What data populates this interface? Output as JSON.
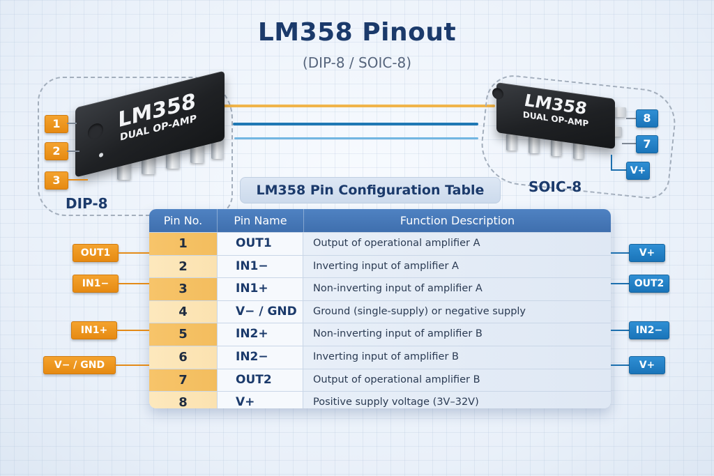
{
  "header": {
    "title": "LM358 Pinout",
    "subtitle": "(DIP-8 / SOIC-8)"
  },
  "dip_package": {
    "label": "DIP-8",
    "chip_name": "LM358",
    "chip_subtitle": "DUAL OP-AMP",
    "pin_tags": [
      "1",
      "2",
      "3"
    ],
    "tag_color": "#ef961f"
  },
  "soic_package": {
    "label": "SOIC-8",
    "chip_name": "LM358",
    "chip_subtitle": "DUAL OP-AMP",
    "pin_tags": [
      "8",
      "7",
      "V+"
    ],
    "tag_color": "#2182c7"
  },
  "connector_lines": {
    "colors": [
      "#f0b040",
      "#1f78b4",
      "#6db4e0"
    ]
  },
  "table": {
    "title": "LM358 Pin Configuration Table",
    "columns": [
      "Pin No.",
      "Pin Name",
      "Function Description"
    ],
    "rows": [
      {
        "pin": "1",
        "name": "OUT1",
        "description": "Output of operational amplifier A"
      },
      {
        "pin": "2",
        "name": "IN1−",
        "description": "Inverting input of amplifier A"
      },
      {
        "pin": "3",
        "name": "IN1+",
        "description": "Non-inverting input of amplifier A"
      },
      {
        "pin": "4",
        "name": "V− / GND",
        "description": "Ground (single-supply) or negative supply"
      },
      {
        "pin": "5",
        "name": "IN2+",
        "description": "Non-inverting input of amplifier B"
      },
      {
        "pin": "6",
        "name": "IN2−",
        "description": "Inverting input of amplifier B"
      },
      {
        "pin": "7",
        "name": "OUT2",
        "description": "Output of operational amplifier B"
      },
      {
        "pin": "8",
        "name": "V+",
        "description": "Positive supply voltage (3V–32V)"
      }
    ],
    "header_color": "#4677b8"
  },
  "left_callouts": [
    "OUT1",
    "IN1−",
    "IN1+",
    "V− / GND"
  ],
  "right_callouts": [
    "V+",
    "OUT2",
    "IN2−",
    "V+"
  ]
}
